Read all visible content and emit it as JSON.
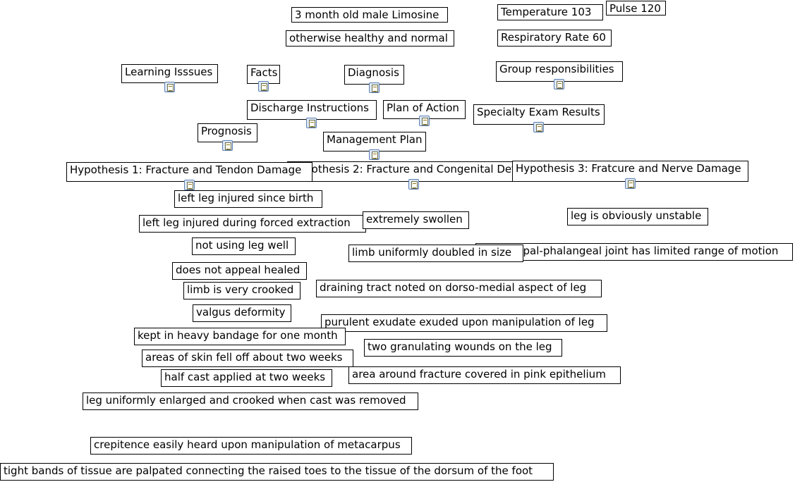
{
  "case": {
    "patient": "3 month old male Limosine",
    "history": "otherwise healthy and normal",
    "temperature": "Temperature 103",
    "pulse": "Pulse 120",
    "respiratory_rate": "Respiratory Rate 60"
  },
  "topics": {
    "learning_issues": "Learning Isssues",
    "facts": "Facts",
    "diagnosis": "Diagnosis",
    "group_responsibilities": "Group responsibilities",
    "discharge_instructions": "Discharge Instructions",
    "plan_of_action": "Plan of Action",
    "specialty_exam_results": "Specialty Exam Results",
    "prognosis": "Prognosis",
    "management_plan": "Management Plan"
  },
  "hypotheses": {
    "h1": "Hypothesis 1: Fracture and Tendon Damage",
    "h2": "Hypothesis 2: Fracture and Congenital Defect",
    "h3": "Hypothesis 3: Fratcure and Nerve Damage"
  },
  "findings": {
    "f1": "left leg injured since birth",
    "f2": "left leg injured during forced extraction",
    "f3": "extremely swollen",
    "f4": "leg is obviously unstable",
    "f5": "metacarpal-phalangeal joint has limited range of motion",
    "f6": "not using leg well",
    "f7": "limb uniformly doubled in size",
    "f8": "does not appeal healed",
    "f9": "limb is very crooked",
    "f10": "draining tract noted on dorso-medial aspect of leg",
    "f11": "valgus deformity",
    "f12": "purulent exudate exuded upon manipulation of leg",
    "f13": "kept in heavy bandage for one month",
    "f14": "two granulating wounds on the leg",
    "f15": "areas of skin fell off about two weeks",
    "f16": "area around fracture covered in pink epithelium",
    "f17": "half cast applied at two weeks",
    "f18": "leg uniformly enlarged and crooked when cast was removed",
    "f19": "crepitence easily heard upon manipulation of metacarpus",
    "f20": "tight bands of tissue are palpated connecting the raised toes to the tissue of the dorsum of the foot"
  }
}
